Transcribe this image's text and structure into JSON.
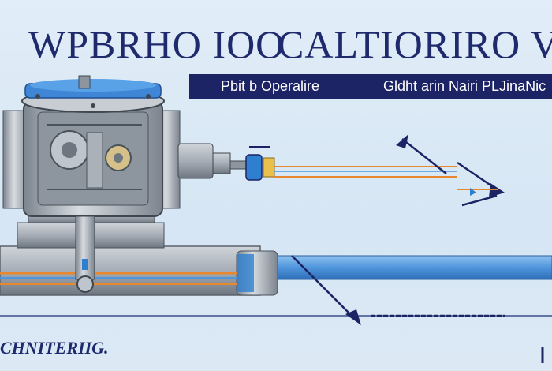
{
  "title": {
    "part1": "WPBRHO IOO",
    "part2": "CALTIORIRO VGEAY"
  },
  "banner": {
    "left": "Pbit b Operalire",
    "right": "Gldht arin  Nairi  PLJinaNic"
  },
  "footer": {
    "text": "CHNITERIIG."
  },
  "colors": {
    "navy": "#1c2466",
    "pipe_blue": "#5a9ee2",
    "orange": "#e7882e",
    "steel": "#9aa3ad",
    "background": "#d9e8f6"
  },
  "icons": {
    "valve": "valve-icon",
    "arrows": "arrow-icon"
  }
}
